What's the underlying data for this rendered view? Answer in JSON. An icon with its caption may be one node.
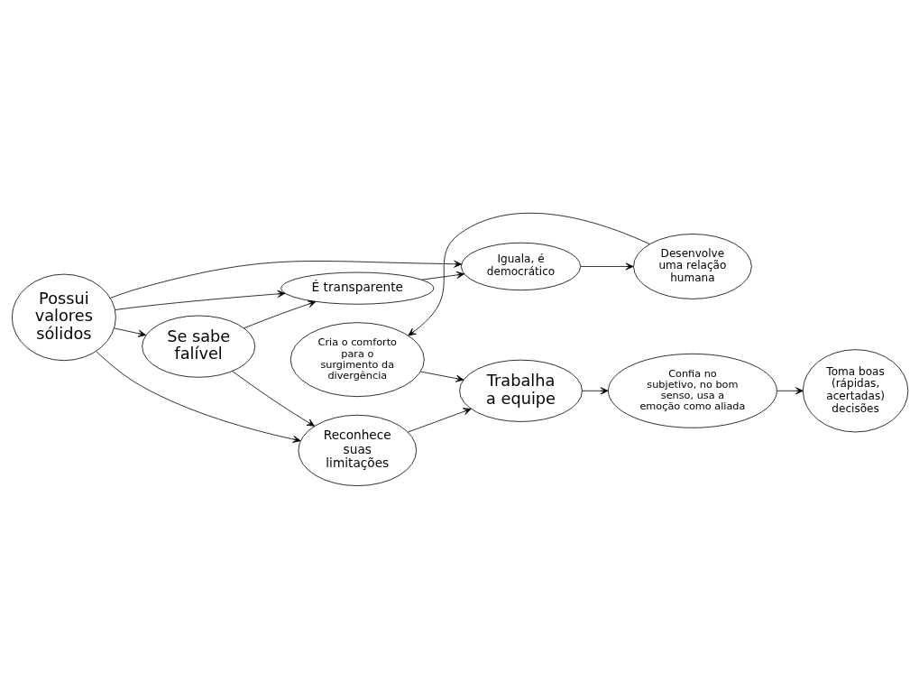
{
  "diagram": {
    "nodes": [
      {
        "text": [
          "Desenvolve uma relação humana"
        ]
      },
      {
        "text": [
          "Iguala, é democrático"
        ]
      },
      {
        "text": [
          "É transparente"
        ]
      },
      {
        "text": [
          "Cria o comforto para o surgimento da divergência"
        ]
      },
      {
        "text": [
          "Se sabe falível"
        ]
      },
      {
        "text": [
          "Possui valores sólidos"
        ]
      },
      {
        "text": [
          "Trabalha a equipe"
        ]
      },
      {
        "text": [
          "Reconhece suas limitações"
        ]
      },
      {
        "text": [
          "Confia no subjetivo, no bom senso, usa a emoção como aliada"
        ]
      },
      {
        "text": [
          "Toma boas (rápidas, acertadas) decisões"
        ]
      }
    ],
    "edges": [
      {
        "from": 5,
        "to": 2,
        "arrow": "to"
      },
      {
        "from": 5,
        "to": 4,
        "arrow": "to"
      },
      {
        "from": 5,
        "to": 1,
        "arrow": "to"
      },
      {
        "from": 5,
        "to": 7,
        "arrow": "to"
      },
      {
        "from": 4,
        "to": 2,
        "arrow": "to"
      },
      {
        "from": 4,
        "to": 7,
        "arrow": "to"
      },
      {
        "from": 2,
        "to": 1,
        "arrow": "to"
      },
      {
        "from": 1,
        "to": 0,
        "arrow": "to"
      },
      {
        "from": 0,
        "to": 3,
        "arrow": "to"
      },
      {
        "from": 3,
        "to": 6,
        "arrow": "to"
      },
      {
        "from": 7,
        "to": 6,
        "arrow": "to"
      },
      {
        "from": 6,
        "to": 8,
        "arrow": "to"
      },
      {
        "from": 8,
        "to": 9,
        "arrow": "to"
      }
    ]
  }
}
